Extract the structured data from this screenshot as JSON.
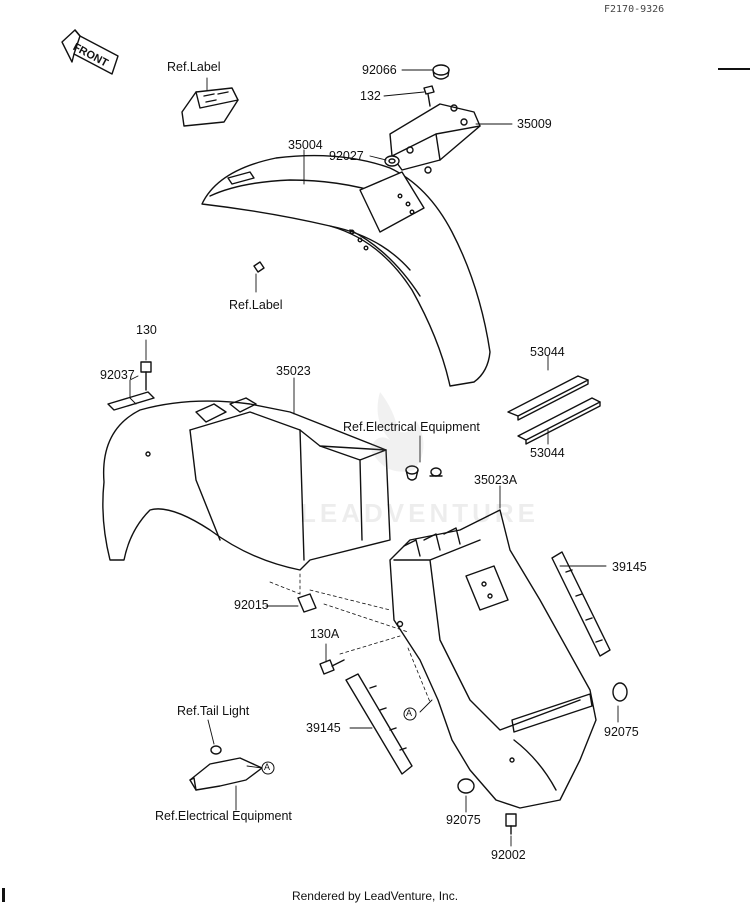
{
  "drawing_code": "F2170-9326",
  "orientation_label": "FRONT",
  "watermark": "LEADVENTURE",
  "footer": "Rendered by LeadVenture, Inc.",
  "callouts": {
    "ref_label_top": "Ref.Label",
    "p92066": "92066",
    "p132": "132",
    "p35009": "35009",
    "p35004": "35004",
    "p92027": "92027",
    "ref_label_mid": "Ref.Label",
    "p130": "130",
    "p92037": "92037",
    "p35023": "35023",
    "p53044_a": "53044",
    "p53044_b": "53044",
    "ref_electrical_top": "Ref.Electrical Equipment",
    "p35023A": "35023A",
    "p39145_right": "39145",
    "p92015": "92015",
    "p130A": "130A",
    "ref_tail_light": "Ref.Tail Light",
    "p39145_left": "39145",
    "p92075_right": "92075",
    "ref_electrical_bottom": "Ref.Electrical Equipment",
    "p92075_bottom": "92075",
    "p92002": "92002",
    "ref_A": "A"
  }
}
